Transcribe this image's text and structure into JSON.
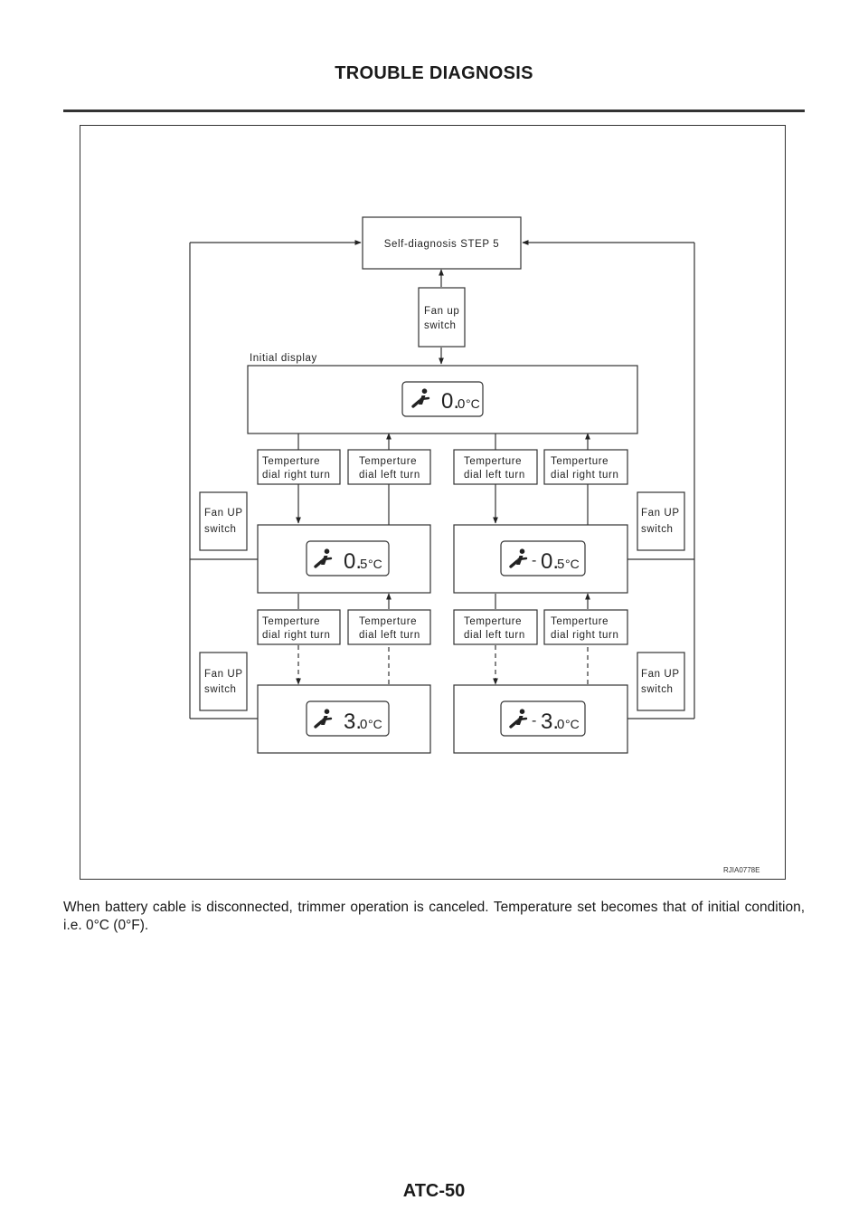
{
  "page": {
    "section_title": "TROUBLE DIAGNOSIS",
    "page_number": "ATC-50",
    "figure_code": "RJIA0778E",
    "caption": "When battery cable is disconnected, trimmer operation is canceled. Temperature set becomes that of initial condition, i.e. 0°C (0°F)."
  },
  "diagram": {
    "top_box": "Self-diagnosis STEP 5",
    "fan_up_center": [
      "Fan up",
      "switch"
    ],
    "initial_label": "Initial display",
    "fan_up_side": [
      "Fan UP",
      "switch"
    ],
    "turn_right": [
      "Temperture",
      "dial right turn"
    ],
    "turn_left": [
      "Temperture",
      "dial left turn"
    ],
    "displays": {
      "initial": {
        "sign": "",
        "integer": "0.",
        "decimal": "0",
        "unit": "°C"
      },
      "left_mid": {
        "sign": "",
        "integer": "0.",
        "decimal": "5",
        "unit": "°C"
      },
      "right_mid": {
        "sign": "-",
        "integer": "0.",
        "decimal": "5",
        "unit": "°C"
      },
      "left_low": {
        "sign": "",
        "integer": "3.",
        "decimal": "0",
        "unit": "°C"
      },
      "right_low": {
        "sign": "-",
        "integer": "3.",
        "decimal": "0",
        "unit": "°C"
      }
    },
    "icon": "seated-person-icon"
  }
}
